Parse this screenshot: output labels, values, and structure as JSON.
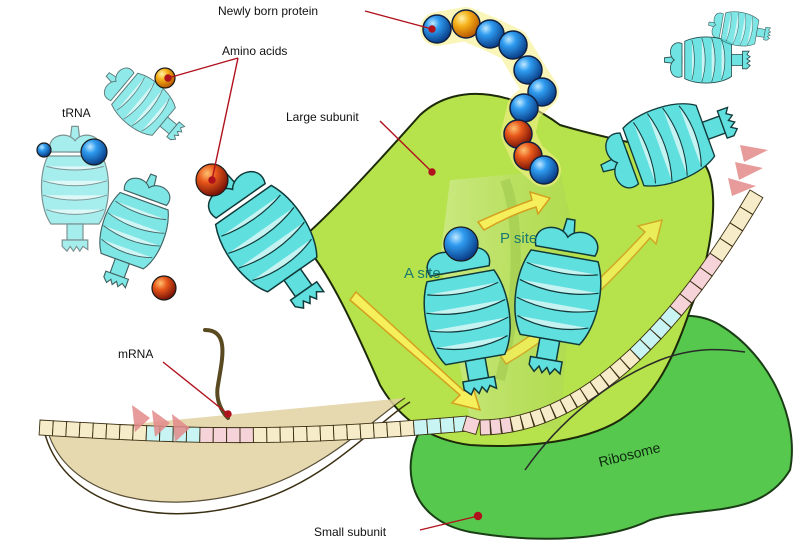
{
  "labels": {
    "newly_born_protein": "Newly born protein",
    "amino_acids": "Amino acids",
    "trna": "tRNA",
    "large_subunit": "Large subunit",
    "p_site": "P site",
    "a_site": "A site",
    "mrna": "mRNA",
    "ribosome": "Ribosome",
    "small_subunit": "Small subunit"
  },
  "colors": {
    "large_subunit": "#b6e24b",
    "small_subunit": "#57c84e",
    "trna": "#5fe0df",
    "trna_light": "#c4f3f2",
    "amino_acid_blue": "#1f7fd8",
    "amino_acid_orange": "#f0a010",
    "amino_acid_red": "#e04a14",
    "mrna_cream": "#f6ecc9",
    "mrna_cyan": "#c8f4f4",
    "mrna_pink": "#f6d3d8",
    "label_line": "#b0121d",
    "site_text": "#1b7a6e",
    "direction_arrow": "#e38a8a",
    "flow_arrow": "#f4ef5a"
  },
  "protein_chain": [
    "blue",
    "orange",
    "blue",
    "blue",
    "blue",
    "blue",
    "blue",
    "red",
    "red",
    "blue",
    "blue"
  ]
}
